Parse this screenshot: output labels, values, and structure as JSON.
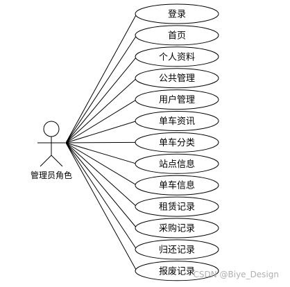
{
  "actor": {
    "name": "管理员角色"
  },
  "use_cases": [
    "登录",
    "首页",
    "个人资料",
    "公共管理",
    "用户管理",
    "单车资讯",
    "单车分类",
    "站点信息",
    "单车信息",
    "租赁记录",
    "采购记录",
    "归还记录",
    "报废记录"
  ],
  "watermark": "CSDN @Biye_Design",
  "colors": {
    "line": "#000000",
    "ellipse_fill": "#ffffff",
    "watermark": "#b0b0b0"
  }
}
